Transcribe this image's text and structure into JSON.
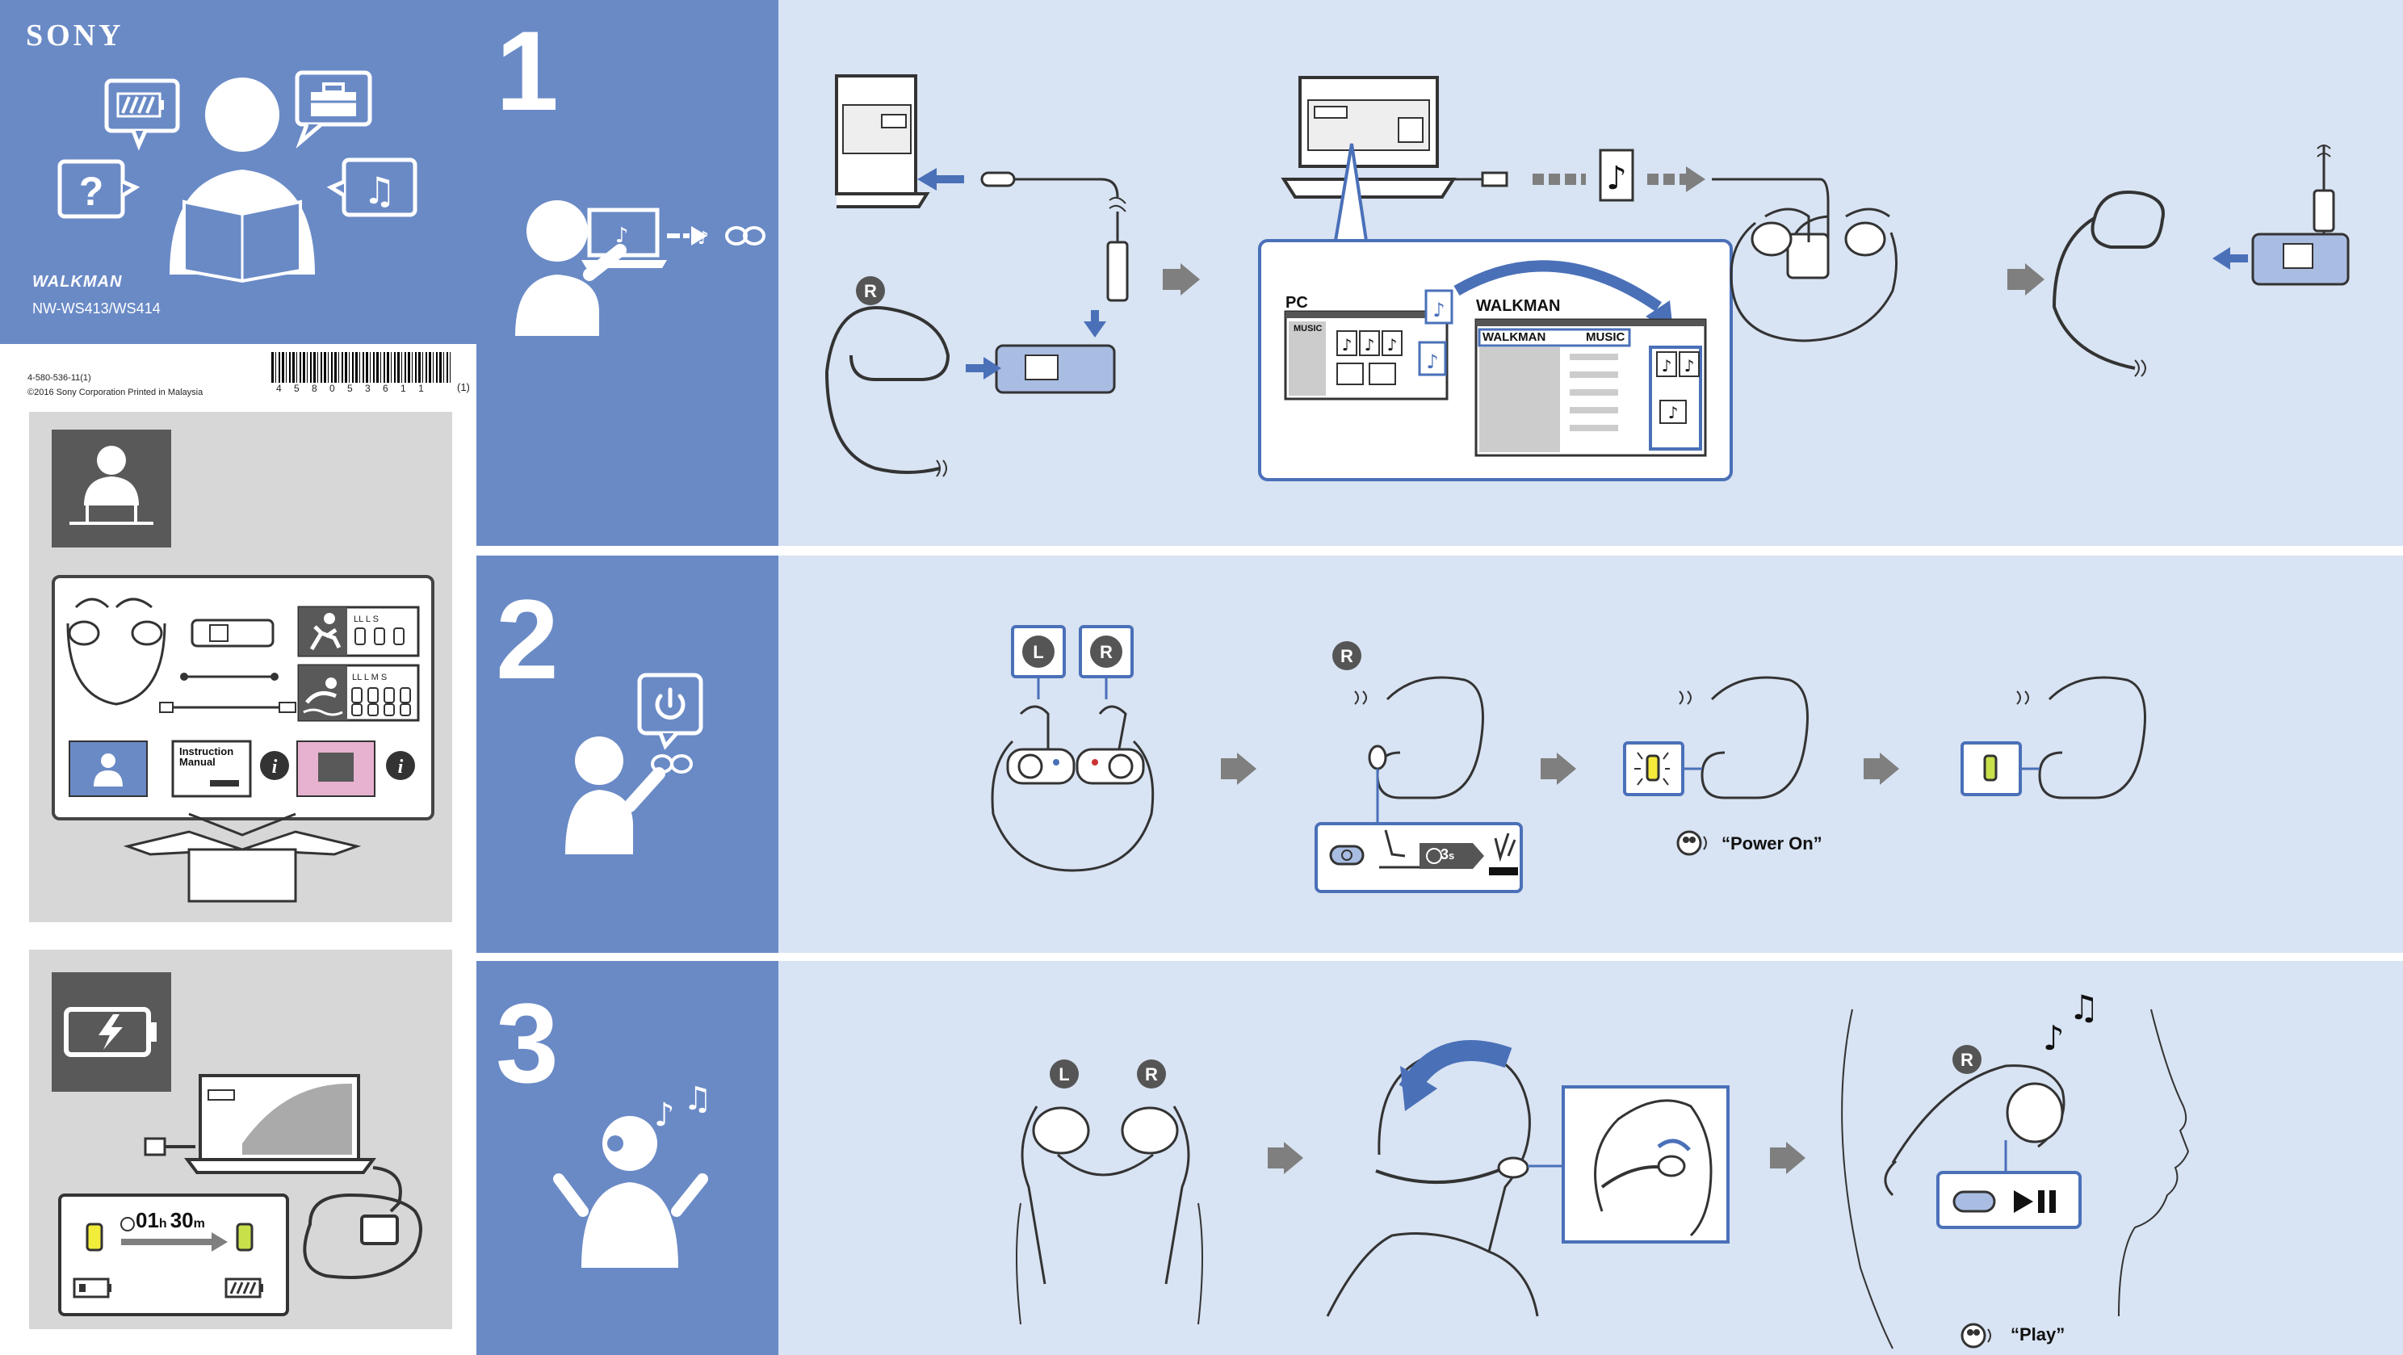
{
  "brand": {
    "logo": "SONY",
    "product_logo": "WALKMAN",
    "model": "NW-WS413/WS414"
  },
  "doc": {
    "part_number": "4-580-536-11(1)",
    "copyright": "©2016 Sony Corporation   Printed in Malaysia",
    "barcode_digits": "4 5 8 0 5 3 6 1 1",
    "barcode_suffix": "(1)"
  },
  "contents": {
    "manual_label": "Instruction Manual",
    "size_labels_1": [
      "LL",
      "L",
      "S"
    ],
    "size_labels_2": [
      "LL",
      "L",
      "M",
      "S"
    ]
  },
  "charging": {
    "time_hours": "01",
    "time_h": "h",
    "time_minutes": "30",
    "time_m": "m"
  },
  "steps": [
    {
      "number": "1"
    },
    {
      "number": "2"
    },
    {
      "number": "3"
    }
  ],
  "step1": {
    "pc_label": "PC",
    "walkman_label": "WALKMAN",
    "music_folder": "MUSIC",
    "walkman_tab": "WALKMAN",
    "music_tab": "MUSIC",
    "right_badge": "R"
  },
  "step2": {
    "left_badge": "L",
    "right_badge": "R",
    "right_badge_2": "R",
    "hold_time": "3",
    "hold_unit": "s",
    "voice": "“Power On”"
  },
  "step3": {
    "left_badge": "L",
    "right_badge": "R",
    "right_badge_2": "R",
    "voice": "“Play”"
  },
  "colors": {
    "step_blue": "#6a8ac6",
    "panel_bg": "#d8e3f3",
    "gray_box": "#d7d7d7",
    "dark_box": "#595959",
    "arrow_gray": "#7f7f7f",
    "blue_arrow": "#4a70b8",
    "led_yellow": "#f6ea3a",
    "led_green": "#c8e04a"
  },
  "icons": [
    "battery-icon",
    "toolbox-icon",
    "question-icon",
    "music-note-icon",
    "power-icon",
    "charge-icon",
    "speaker-icon"
  ]
}
